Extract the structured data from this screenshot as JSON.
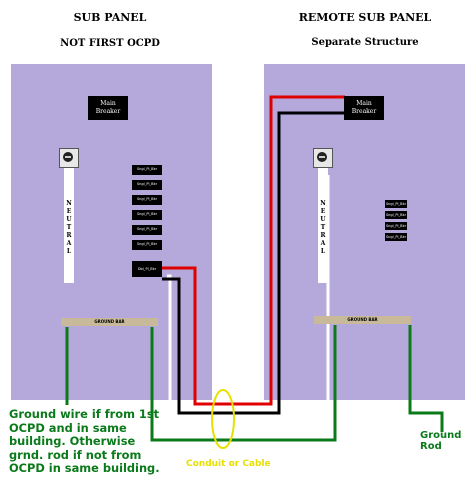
{
  "left_panel": {
    "title": "SUB PANEL",
    "subtitle": "NOT FIRST OCPD",
    "main_breaker_line1": "Main",
    "main_breaker_line2": "Breaker",
    "neutral_label": "NEUTRAL",
    "ground_bar_label": "GROUND BAR",
    "breakers": [
      "Sngl_Pl_Bkr",
      "Sngl_Pl_Bkr",
      "Sngl_Pl_Bkr",
      "Sngl_Pl_Bkr",
      "Sngl_Pl_Bkr",
      "Sngl_Pl_Bkr",
      "Dbl_Pl_Bkr"
    ]
  },
  "right_panel": {
    "title": "REMOTE SUB PANEL",
    "subtitle": "Separate Structure",
    "main_breaker_line1": "Main",
    "main_breaker_line2": "Breaker",
    "neutral_label": "NEUTRAL",
    "ground_bar_label": "GROUND BAR",
    "breakers": [
      "Sngl_Pl_Bkr",
      "Sngl_Pl_Bkr",
      "Sngl_Pl_Bkr",
      "Sngl_Pl_Bkr"
    ]
  },
  "notes": {
    "ground_wire": "Ground wire if from 1st\nOCPD and in same\nbuilding. Otherwise\ngrnd. rod if not from\nOCPD in same building.",
    "ground_rod": "Ground Rod",
    "conduit": "Conduit or Cable"
  },
  "colors": {
    "panel": "#b5a9dc",
    "hot_red": "#e00000",
    "hot_black": "#000000",
    "neutral_white": "#ffffff",
    "ground_green": "#0a7a1a",
    "conduit_yellow": "#e8e000"
  }
}
